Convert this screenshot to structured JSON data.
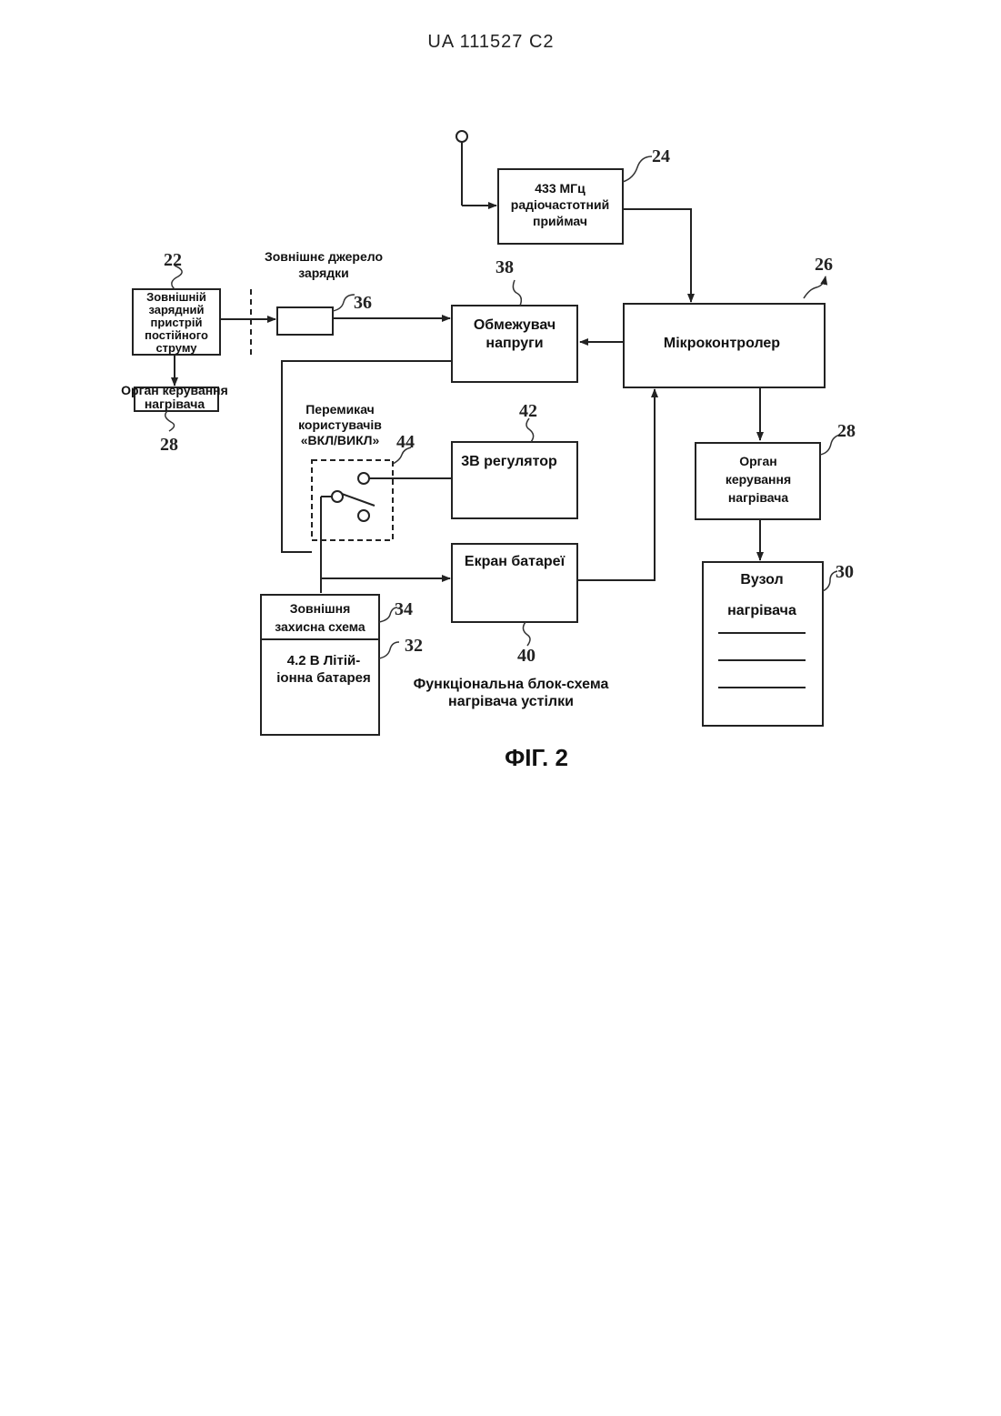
{
  "header": {
    "patent_id": "UA   111527   C2"
  },
  "figure": {
    "caption": "ФІГ. 2",
    "description_lines": [
      "Функціональна блок-схема",
      "нагрівача устілки"
    ]
  },
  "blocks": {
    "receiver": {
      "ref": "24",
      "lines": [
        "433 МГц",
        "радіочастотний",
        "приймач"
      ]
    },
    "external_charger": {
      "ref": "22",
      "lines": [
        "Зовнішній",
        "зарядний",
        "пристрій",
        "постійного",
        "струму"
      ]
    },
    "external_source_label": {
      "lines": [
        "Зовнішнє джерело",
        "зарядки"
      ]
    },
    "connector": {
      "ref": "36"
    },
    "voltage_limiter": {
      "ref": "38",
      "lines": [
        "Обмежувач",
        "напруги"
      ]
    },
    "microcontroller": {
      "ref": "26",
      "label": "Мікроконтролер"
    },
    "heater_control_left": {
      "ref": "28",
      "lines": [
        "Орган керування",
        "нагрівача"
      ]
    },
    "user_switch": {
      "ref": "44",
      "lines": [
        "Перемикач",
        "користувачів",
        "«ВКЛ/ВИКЛ»"
      ]
    },
    "regulator": {
      "ref": "42",
      "label": "3В регулятор"
    },
    "heater_control_right": {
      "ref": "28",
      "lines": [
        "Орган",
        "керування",
        "нагрівача"
      ]
    },
    "battery_screen": {
      "ref": "40",
      "label": "Екран батареї"
    },
    "heater_unit": {
      "ref": "30",
      "lines": [
        "Вузол",
        "нагрівача"
      ]
    },
    "protection_circuit": {
      "ref": "34",
      "lines": [
        "Зовнішня",
        "захисна схема"
      ]
    },
    "battery": {
      "ref": "32",
      "lines": [
        "4.2 В Літій-",
        "іонна батарея"
      ]
    }
  }
}
